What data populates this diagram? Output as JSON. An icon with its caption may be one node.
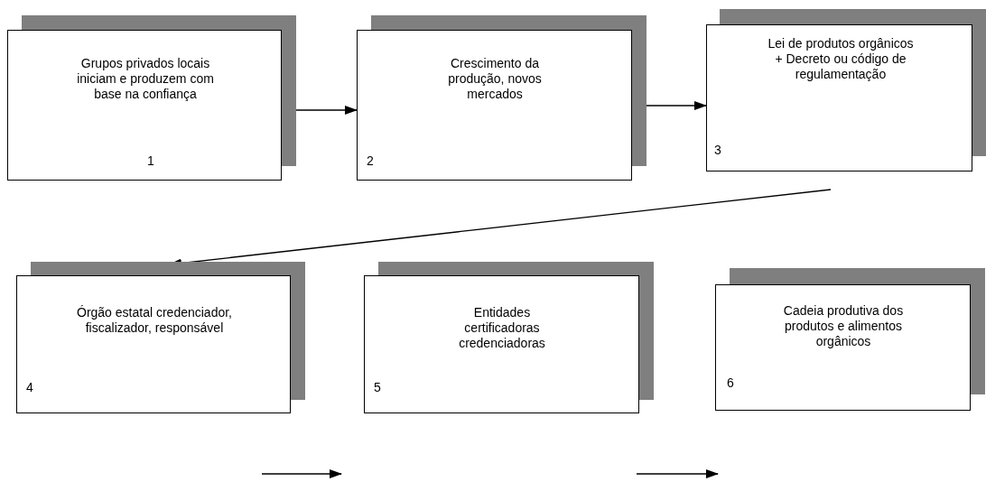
{
  "diagram": {
    "nodes": [
      {
        "text": [
          "Grupos privados locais iniciam e produzem com base na confiança",
          "1"
        ]
      },
      {
        "text": [
          "Crescimento da produção, novos mercados",
          "2"
        ]
      },
      {
        "text": [
          "Lei de produtos orgânicos + Decreto ou código de regulamentação",
          "3"
        ]
      },
      {
        "text": [
          "Órgão estatal credenciador, fiscalizador, responsável",
          "4"
        ]
      },
      {
        "text": [
          "Entidades certificadoras credenciadoras",
          "5"
        ]
      },
      {
        "text": [
          "Cadeia produtiva dos produtos e alimentos orgânicos",
          "6"
        ]
      }
    ],
    "edges": [
      {
        "from": 0,
        "to": 1,
        "arrow": "to"
      },
      {
        "from": 1,
        "to": 2,
        "arrow": "to"
      },
      {
        "from": 2,
        "to": 3,
        "arrow": "to"
      }
    ]
  }
}
